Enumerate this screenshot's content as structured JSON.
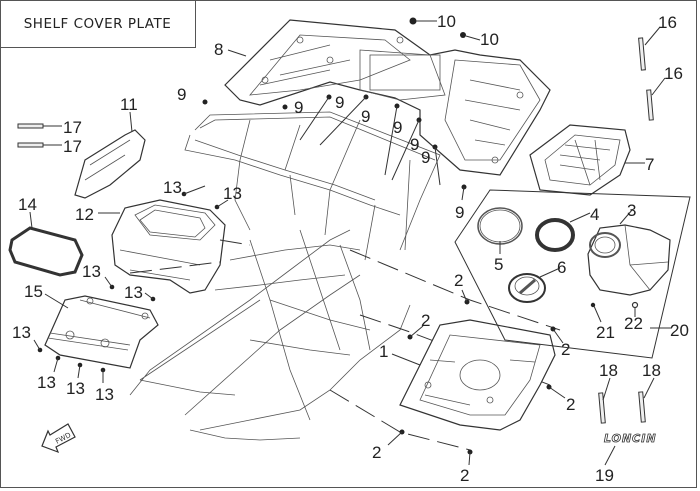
{
  "title": "SHELF COVER PLATE",
  "brand_logo_text": "LONCIN",
  "direction_arrow_text": "FWD",
  "callouts": [
    {
      "id": "c1",
      "text": "1",
      "part": "rear-shelf-tray"
    },
    {
      "id": "c2a",
      "text": "2",
      "part": "bolt"
    },
    {
      "id": "c2b",
      "text": "2",
      "part": "bolt"
    },
    {
      "id": "c2c",
      "text": "2",
      "part": "bolt"
    },
    {
      "id": "c2d",
      "text": "2",
      "part": "bolt"
    },
    {
      "id": "c2e",
      "text": "2",
      "part": "bolt"
    },
    {
      "id": "c2f",
      "text": "2",
      "part": "bolt"
    },
    {
      "id": "c3",
      "text": "3",
      "part": "storage-box"
    },
    {
      "id": "c4",
      "text": "4",
      "part": "seal-ring"
    },
    {
      "id": "c5",
      "text": "5",
      "part": "retaining-ring"
    },
    {
      "id": "c6",
      "text": "6",
      "part": "cap"
    },
    {
      "id": "c7",
      "text": "7",
      "part": "front-cover-plate"
    },
    {
      "id": "c8",
      "text": "8",
      "part": "roof-cover-plate"
    },
    {
      "id": "c9a",
      "text": "9",
      "part": "screw"
    },
    {
      "id": "c9b",
      "text": "9",
      "part": "screw"
    },
    {
      "id": "c9c",
      "text": "9",
      "part": "screw"
    },
    {
      "id": "c9d",
      "text": "9",
      "part": "screw"
    },
    {
      "id": "c9e",
      "text": "9",
      "part": "screw"
    },
    {
      "id": "c9f",
      "text": "9",
      "part": "screw"
    },
    {
      "id": "c9g",
      "text": "9",
      "part": "screw"
    },
    {
      "id": "c9h",
      "text": "9",
      "part": "screw"
    },
    {
      "id": "c10a",
      "text": "10",
      "part": "nut"
    },
    {
      "id": "c10b",
      "text": "10",
      "part": "nut"
    },
    {
      "id": "c11",
      "text": "11",
      "part": "side-bracket"
    },
    {
      "id": "c12",
      "text": "12",
      "part": "front-box"
    },
    {
      "id": "c13a",
      "text": "13",
      "part": "screw"
    },
    {
      "id": "c13b",
      "text": "13",
      "part": "screw"
    },
    {
      "id": "c13c",
      "text": "13",
      "part": "screw"
    },
    {
      "id": "c13d",
      "text": "13",
      "part": "screw"
    },
    {
      "id": "c13e",
      "text": "13",
      "part": "screw"
    },
    {
      "id": "c13f",
      "text": "13",
      "part": "screw"
    },
    {
      "id": "c13g",
      "text": "13",
      "part": "screw"
    },
    {
      "id": "c13h",
      "text": "13",
      "part": "screw"
    },
    {
      "id": "c14",
      "text": "14",
      "part": "gasket"
    },
    {
      "id": "c15",
      "text": "15",
      "part": "lower-cover"
    },
    {
      "id": "c16a",
      "text": "16",
      "part": "clip"
    },
    {
      "id": "c16b",
      "text": "16",
      "part": "clip"
    },
    {
      "id": "c17a",
      "text": "17",
      "part": "decal-strip"
    },
    {
      "id": "c17b",
      "text": "17",
      "part": "decal-strip"
    },
    {
      "id": "c18a",
      "text": "18",
      "part": "clip"
    },
    {
      "id": "c18b",
      "text": "18",
      "part": "clip"
    },
    {
      "id": "c19",
      "text": "19",
      "part": "loncin-emblem"
    },
    {
      "id": "c20",
      "text": "20",
      "part": "storage-box-assembly"
    },
    {
      "id": "c21",
      "text": "21",
      "part": "screw"
    },
    {
      "id": "c22",
      "text": "22",
      "part": "washer"
    }
  ]
}
